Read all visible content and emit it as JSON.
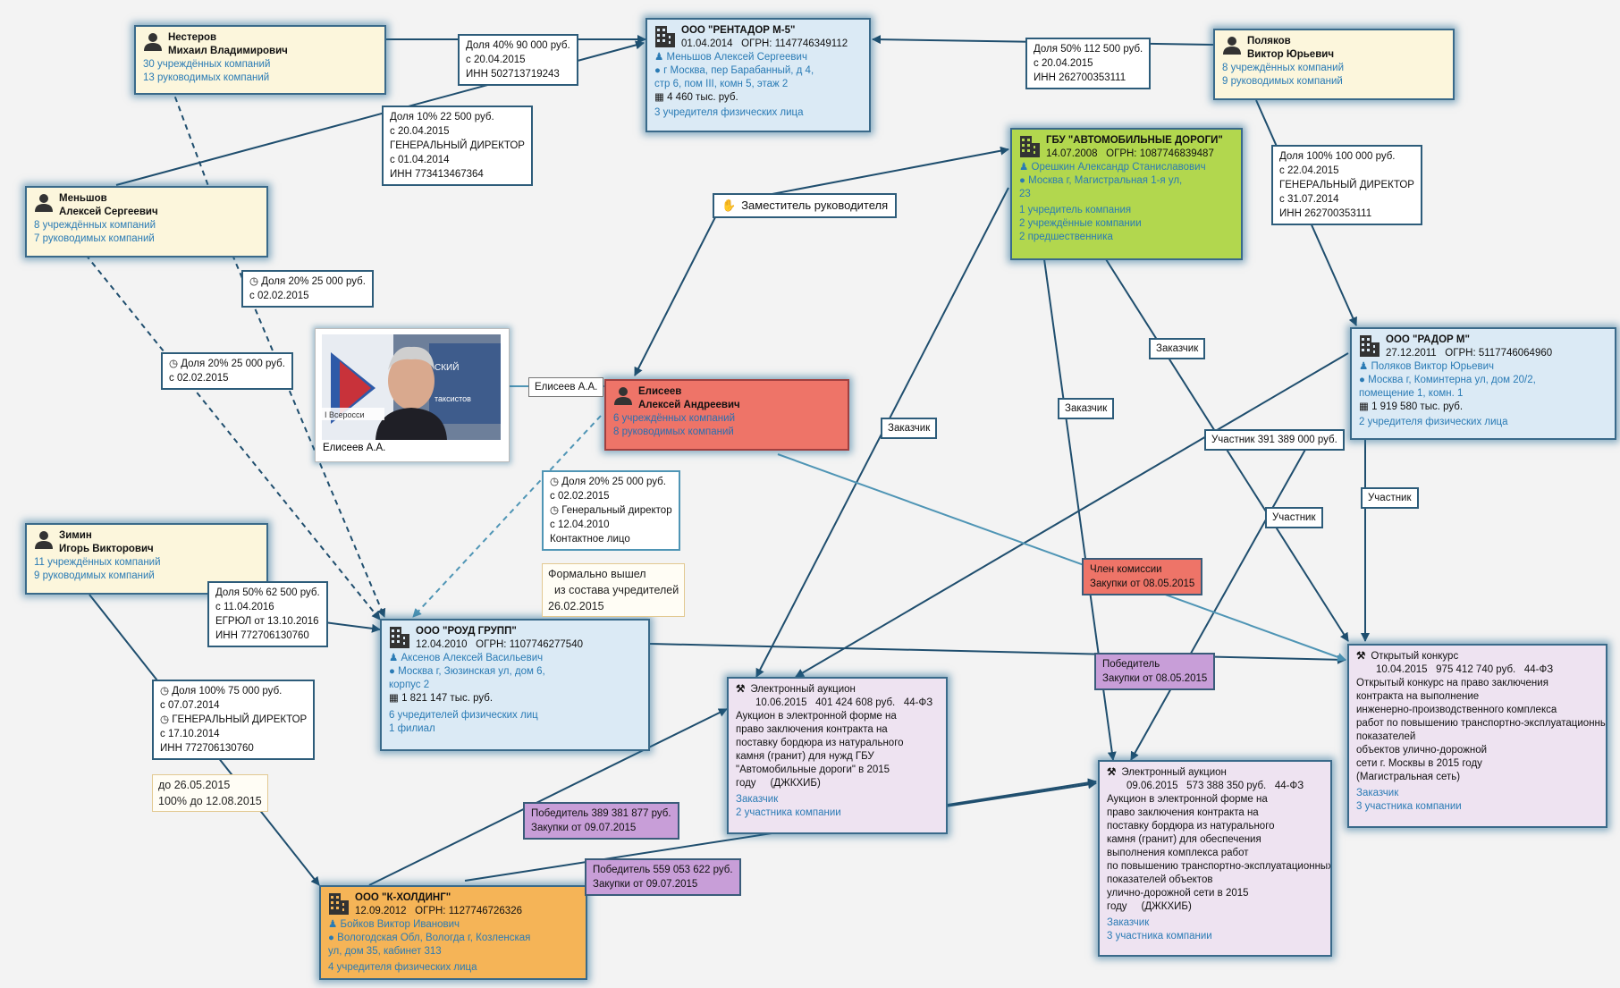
{
  "persons": {
    "nesterov": {
      "name1": "Нестеров",
      "name2": "Михаил Владимирович",
      "l1": "30 учреждённых компаний",
      "l2": "13 руководимых компаний"
    },
    "menshov": {
      "name1": "Меньшов",
      "name2": "Алексей Сергеевич",
      "l1": "8 учреждённых компаний",
      "l2": "7 руководимых компаний"
    },
    "polyakov": {
      "name1": "Поляков",
      "name2": "Виктор Юрьевич",
      "l1": "8 учреждённых компаний",
      "l2": "9 руководимых компаний"
    },
    "zimin": {
      "name1": "Зимин",
      "name2": "Игорь Викторович",
      "l1": "11 учреждённых компаний",
      "l2": "9 руководимых компаний"
    },
    "eliseev": {
      "name1": "Елисеев",
      "name2": "Алексей Андреевич",
      "l1": "6 учреждённых компаний",
      "l2": "8 руководимых компаний"
    }
  },
  "companies": {
    "rentador": {
      "title": "ООО \"РЕНТАДОР М-5\"",
      "date": "01.04.2014",
      "ogrn": "ОГРН: 1147746349112",
      "person": "Меньшов Алексей Сергеевич",
      "addr1": "г Москва, пер Барабанный, д 4,",
      "addr2": "стр 6, пом III, комн 5, этаж 2",
      "capital": "4 460 тыс. руб.",
      "l1": "3 учредителя физических лица"
    },
    "gbu": {
      "title": "ГБУ \"АВТОМОБИЛЬНЫЕ ДОРОГИ\"",
      "date": "14.07.2008",
      "ogrn": "ОГРН: 1087746839487",
      "person": "Орешкин Александр Станиславович",
      "addr1": "Москва г, Магистральная 1-я ул,",
      "addr2": "23",
      "l1": "1 учредитель компания",
      "l2": "2 учреждённые компании",
      "l3": "2 предшественника"
    },
    "rador": {
      "title": "ООО \"РАДОР М\"",
      "date": "27.12.2011",
      "ogrn": "ОГРН: 5117746064960",
      "person": "Поляков Виктор Юрьевич",
      "addr1": "Москва г, Коминтерна ул, дом 20/2,",
      "addr2": "помещение 1, комн. 1",
      "capital": "1 919 580 тыс. руб.",
      "l1": "2 учредителя физических лица"
    },
    "roud": {
      "title": "ООО \"РОУД ГРУПП\"",
      "date": "12.04.2010",
      "ogrn": "ОГРН: 1107746277540",
      "person": "Аксенов Алексей Васильевич",
      "addr1": "Москва г, Зюзинская ул, дом 6,",
      "addr2": "корпус 2",
      "capital": "1 821 147 тыс. руб.",
      "l1": "6 учредителей физических лиц",
      "l2": "1 филиал"
    },
    "kholding": {
      "title": "ООО \"К-ХОЛДИНГ\"",
      "date": "12.09.2012",
      "ogrn": "ОГРН: 1127746726326",
      "person": "Бойков Виктор Иванович",
      "addr1": "Вологодская Обл, Вологда г, Козленская",
      "addr2": "ул, дом 35, кабинет 313",
      "l1": "4 учредителя физических лица"
    }
  },
  "tenders": {
    "auction1": {
      "title": "Электронный аукцион",
      "date": "10.06.2015",
      "sum": "401 424 608 руб.",
      "law": "44-ФЗ",
      "text": [
        "Аукцион в электронной форме на",
        "право заключения контракта на",
        "поставку бордюра из натурального",
        "камня (гранит) для нужд ГБУ",
        "\"Автомобильные дороги\" в 2015",
        "году     (ДЖКХИБ)"
      ],
      "l1": "Заказчик",
      "l2": "2 участника компании"
    },
    "auction2": {
      "title": "Электронный аукцион",
      "date": "09.06.2015",
      "sum": "573 388 350 руб.",
      "law": "44-ФЗ",
      "text": [
        "Аукцион в электронной форме на",
        "право заключения контракта на",
        "поставку бордюра из натурального",
        "камня (гранит) для обеспечения",
        "выполнения комплекса работ",
        "по повышению транспортно-эксплуатационных",
        "показателей объектов",
        "улично-дорожной сети в 2015",
        "году     (ДЖКХИБ)"
      ],
      "l1": "Заказчик",
      "l2": "3 участника компании"
    },
    "contest": {
      "title": "Открытый конкурс",
      "date": "10.04.2015",
      "sum": "975 412 740 руб.",
      "law": "44-ФЗ",
      "text": [
        "Открытый конкурс на право заключения",
        "контракта на выполнение",
        "инженерно-производственного комплекса",
        "работ по повышению транспортно-эксплуатационных",
        "показателей",
        "объектов улично-дорожной",
        "сети г. Москвы в 2015 году",
        "(Магистральная сеть)"
      ],
      "l1": "Заказчик",
      "l2": "3 участника компании"
    }
  },
  "labels": {
    "nesterov_rentador": [
      "Доля 40%  90 000 руб.",
      "с 20.04.2015",
      "ИНН 502713719243"
    ],
    "menshov_rentador": [
      "Доля 10%  22 500 руб.",
      "с 20.04.2015",
      "ГЕНЕРАЛЬНЫЙ ДИРЕКТОР",
      "с 01.04.2014",
      "ИНН 773413467364"
    ],
    "polyakov_rentador": [
      "Доля 50%  112 500 руб.",
      "с 20.04.2015",
      "ИНН 262700353111"
    ],
    "polyakov_rador": [
      "Доля 100%  100 000 руб.",
      "с 22.04.2015",
      "ГЕНЕРАЛЬНЫЙ ДИРЕКТОР",
      "с 31.07.2014",
      "ИНН 262700353111"
    ],
    "deputy": "Заместитель руководителя",
    "menshov_roud": [
      "Доля 20%  25 000 руб.",
      "с 02.02.2015"
    ],
    "nesterov_roud": [
      "Доля 20%  25 000 руб.",
      "с 02.02.2015"
    ],
    "eliseev_roud": [
      "Доля 20%  25 000 руб.",
      "с 02.02.2015",
      "Генеральный директор",
      "с 12.04.2010",
      "Контактное лицо"
    ],
    "eliseev_note": [
      "Формально вышел",
      "  из состава учредителей",
      "26.02.2015"
    ],
    "photo_tag": "Елисеев А.А.",
    "photo_caption": "Елисеев А.А.",
    "zimin_roud": [
      "Доля 50%  62 500 руб.",
      "с 11.04.2016",
      "ЕГРЮЛ от 13.10.2016",
      "ИНН 772706130760"
    ],
    "zimin_kholding": [
      "Доля 100%  75 000 руб.",
      "с 07.07.2014",
      "ГЕНЕРАЛЬНЫЙ ДИРЕКТОР",
      "с 17.10.2014",
      "ИНН 772706130760"
    ],
    "zimin_note": [
      "до 26.05.2015",
      "100% до 12.08.2015"
    ],
    "zakazchik1": "Заказчик",
    "zakazchik2": "Заказчик",
    "zakazchik3": "Заказчик",
    "uchastnik_sum": "Участник  391 389 000 руб.",
    "uchastnik1": "Участник",
    "uchastnik2": "Участник",
    "chlen": [
      "Член комиссии",
      "Закупки от 08.05.2015"
    ],
    "pobeditel1": [
      "Победитель",
      "Закупки от 08.05.2015"
    ],
    "pobeditel2": [
      "Победитель  389 381 877 руб.",
      "Закупки от 09.07.2015"
    ],
    "pobeditel3": [
      "Победитель  559 053 622 руб.",
      "Закупки от 09.07.2015"
    ]
  },
  "colors": {
    "edge": "#1f4e6e",
    "edge_light": "#4f95b5",
    "person_bg": "#fcf6dc",
    "company_bg": "#dbeaf5",
    "gbu_bg": "#b2d74e",
    "eliseev_bg": "#ee7468",
    "kholding_bg": "#f5b457",
    "tender_bg": "#eee3f1",
    "winner_bg": "#c89ed8",
    "link": "#2a7bb5"
  }
}
